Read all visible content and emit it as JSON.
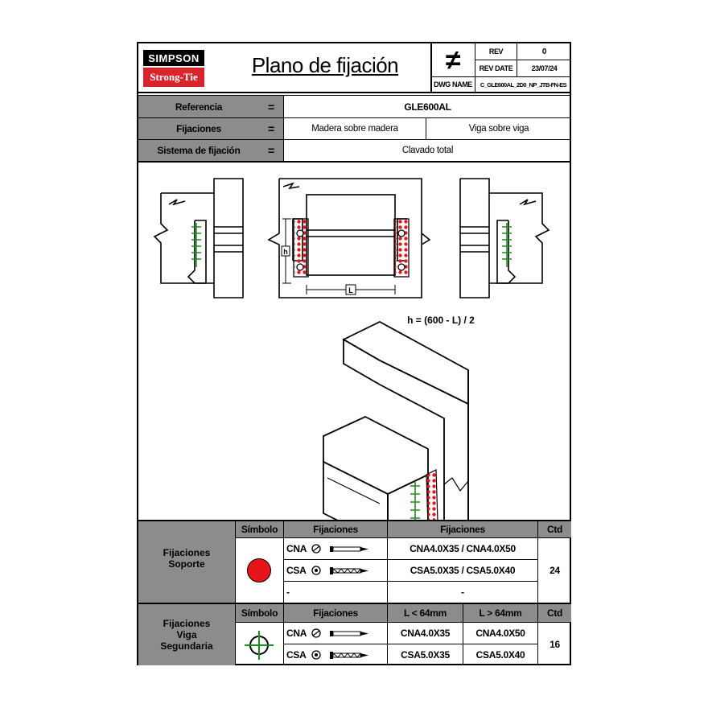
{
  "header": {
    "logo_top": "SIMPSON",
    "logo_bottom": "Strong-Tie",
    "title": "Plano de fijación",
    "rev_label": "REV",
    "rev_value": "0",
    "rev_date_label": "REV DATE",
    "rev_date_value": "23/07/24",
    "dwg_name_label": "DWG NAME",
    "dwg_name_value": "C_GLE600AL_2D0_NP_JTB-FN-ES",
    "symbol": "≠"
  },
  "info": {
    "rows": [
      {
        "label": "Referencia",
        "eq": "=",
        "value": "GLE600AL"
      },
      {
        "label": "Fijaciones",
        "eq": "=",
        "value_a": "Madera sobre madera",
        "value_b": "Viga sobre viga"
      },
      {
        "label": "Sistema de fijación",
        "eq": "=",
        "value": "Clavado total"
      }
    ]
  },
  "drawing": {
    "h_label": "h",
    "l_label": "L",
    "formula": "h = (600 - L) / 2"
  },
  "support_table": {
    "row_label_1": "Fijaciones",
    "row_label_2": "Soporte",
    "col_symbol": "Símbolo",
    "col_fix": "Fijaciones",
    "col_fix2": "Fijaciones",
    "col_qty": "Ctd",
    "rows": [
      {
        "type": "CNA",
        "ref": "CNA4.0X35 / CNA4.0X50"
      },
      {
        "type": "CSA",
        "ref": "CSA5.0X35 / CSA5.0X40"
      },
      {
        "type": "-",
        "ref": "-"
      }
    ],
    "qty": "24",
    "symbol_color": "#e8141c"
  },
  "beam_table": {
    "row_label_1": "Fijaciones",
    "row_label_2": "Viga",
    "row_label_3": "Segundaria",
    "col_symbol": "Símbolo",
    "col_fix": "Fijaciones",
    "col_short": "L < 64mm",
    "col_long": "L > 64mm",
    "col_qty": "Ctd",
    "rows": [
      {
        "type": "CNA",
        "short": "CNA4.0X35",
        "long": "CNA4.0X50"
      },
      {
        "type": "CSA",
        "short": "CSA5.0X35",
        "long": "CSA5.0X40"
      }
    ],
    "qty": "16",
    "symbol_color": "#1e8c1e"
  }
}
